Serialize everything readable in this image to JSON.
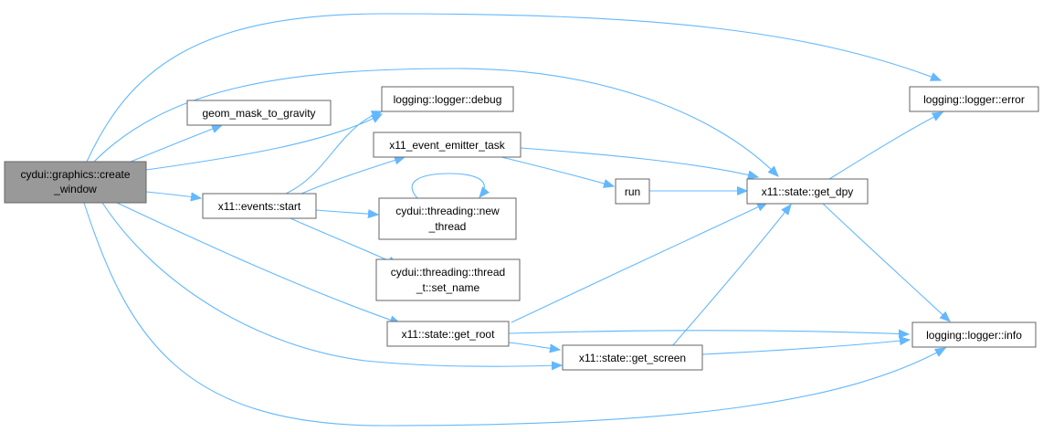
{
  "colors": {
    "node_fill": "#ffffff",
    "root_fill": "#999999",
    "node_border": "#666666",
    "edge": "#63b8ff"
  },
  "nodes": {
    "create_window": {
      "lines": [
        "cydui::graphics::create",
        "_window"
      ],
      "root": true
    },
    "geom_mask": {
      "lines": [
        "geom_mask_to_gravity"
      ]
    },
    "logger_debug": {
      "lines": [
        "logging::logger::debug"
      ]
    },
    "event_emitter_task": {
      "lines": [
        "x11_event_emitter_task"
      ]
    },
    "events_start": {
      "lines": [
        "x11::events::start"
      ]
    },
    "new_thread": {
      "lines": [
        "cydui::threading::new",
        "_thread"
      ]
    },
    "set_name": {
      "lines": [
        "cydui::threading::thread",
        "_t::set_name"
      ]
    },
    "get_root": {
      "lines": [
        "x11::state::get_root"
      ]
    },
    "run": {
      "lines": [
        "run"
      ]
    },
    "get_screen": {
      "lines": [
        "x11::state::get_screen"
      ]
    },
    "get_dpy": {
      "lines": [
        "x11::state::get_dpy"
      ]
    },
    "logger_error": {
      "lines": [
        "logging::logger::error"
      ]
    },
    "logger_info": {
      "lines": [
        "logging::logger::info"
      ]
    }
  }
}
